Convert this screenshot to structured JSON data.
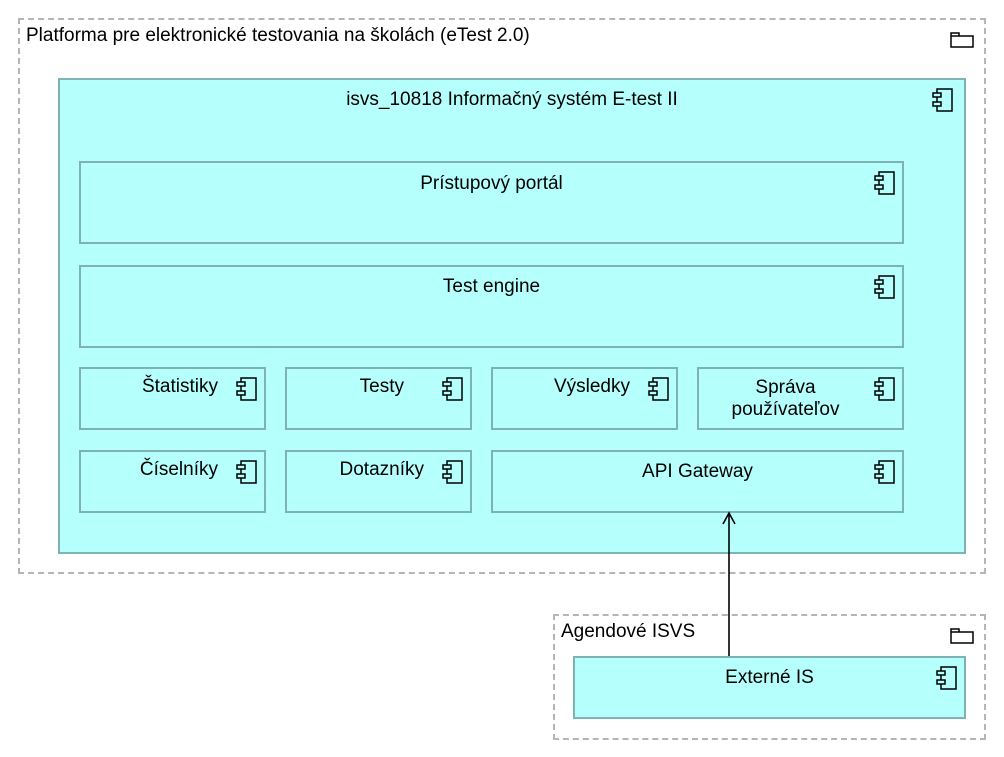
{
  "diagram": {
    "platform_package": {
      "title": "Platforma pre elektronické testovania na školách (eTest 2.0)",
      "icon": "folder-icon"
    },
    "system_component": {
      "title": "isvs_10818 Informačný systém E-test II",
      "icon": "component-icon"
    },
    "components": {
      "portal": "Prístupový portál",
      "engine": "Test engine",
      "statistiky": "Štatistiky",
      "testy": "Testy",
      "vysledky": "Výsledky",
      "sprava_line1": "Správa",
      "sprava_line2": "používateľov",
      "ciselniky": "Číselníky",
      "dotazniky": "Dotazníky",
      "api_gateway": "API Gateway"
    },
    "agendove_package": {
      "title": "Agendové ISVS",
      "icon": "folder-icon"
    },
    "externe_is": "Externé IS",
    "colors": {
      "component_fill": "#b5fffd",
      "component_border": "#7fb3b3",
      "package_border": "#b5b5b5"
    }
  }
}
